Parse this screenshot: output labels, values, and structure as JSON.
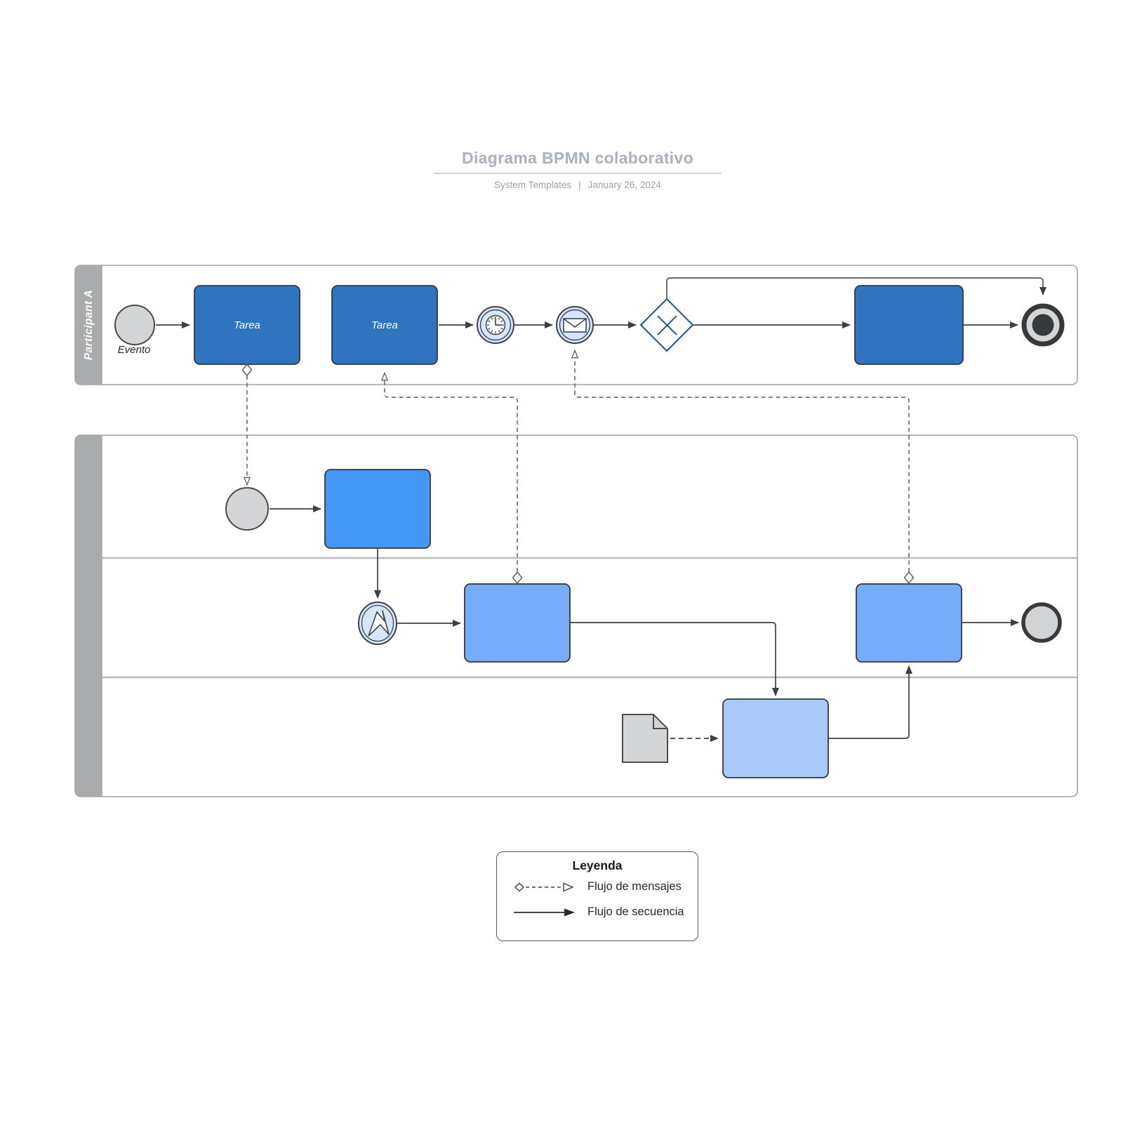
{
  "header": {
    "title": "Diagrama BPMN colaborativo",
    "source": "System Templates",
    "separator": "|",
    "date": "January 26, 2024"
  },
  "pool_a": {
    "label": "Participant A",
    "start_event_label": "Evento",
    "task1_label": "Tarea",
    "task2_label": "Tarea"
  },
  "pool_b": {
    "label": "",
    "lanes": 3
  },
  "legend": {
    "title": "Leyenda",
    "items": [
      {
        "label": "Flujo de mensajes",
        "type": "message-flow"
      },
      {
        "label": "Flujo de secuencia",
        "type": "sequence-flow"
      }
    ]
  },
  "icons": {
    "timer_event": "clock-icon",
    "message_event": "envelope-icon",
    "conditional_event": "lightning-icon",
    "data_object": "document-icon",
    "gateway": "exclusive-x-icon"
  },
  "colors": {
    "task_dark_blue": "#2e74bf",
    "task_bright_blue": "#4497f4",
    "task_medium_blue": "#77adf8",
    "task_light_blue": "#a9caf8",
    "event_gray_fill": "#d4d5d7",
    "event_blue_fill": "#d6e6fc",
    "pool_bar_gray": "#a9abad",
    "gateway_stroke": "#2e5c8c",
    "sequence_flow": "#3b3f44",
    "message_flow": "#5a5e63",
    "title_gray": "#a9b1bc"
  }
}
